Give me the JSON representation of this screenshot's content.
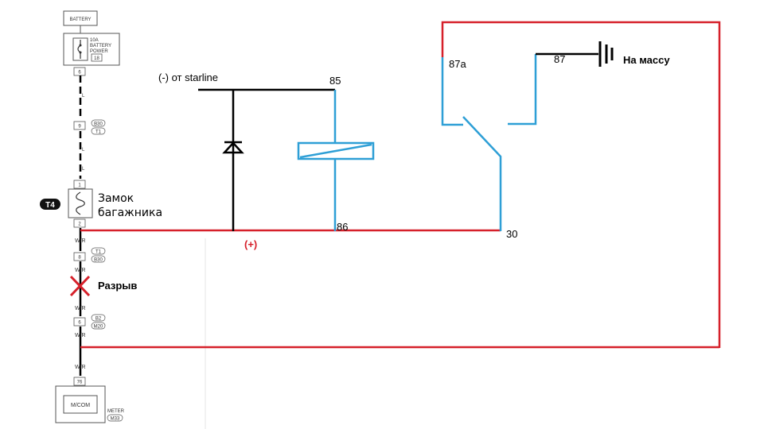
{
  "left_column": {
    "battery_label": "BATTERY",
    "fuse_rating": "10A",
    "fuse_name_line1": "BATTERY",
    "fuse_name_line2": "POWER",
    "fuse_number": "18",
    "connector_6": "6",
    "wire_L": "L",
    "connector_9": "9",
    "tag_b30": "B30",
    "tag_t1": "T1",
    "connector_1": "1",
    "connector_2": "2",
    "badge": "T4",
    "trunk_lock_line1": "Замок",
    "trunk_lock_line2": "багажника",
    "wire_wr": "W/R",
    "connector_8": "8",
    "tag_t1_lower": "T1",
    "tag_b30_lower": "B30",
    "break_label": "Разрыв",
    "connector_6b": "6",
    "tag_b2": "B2",
    "tag_m20": "M20",
    "connector_76": "76",
    "mcom": "M/COM",
    "meter_label": "METER",
    "tag_m33": "M33"
  },
  "relay": {
    "starline_label": "(-) от starline",
    "pin_85": "85",
    "pin_86": "86",
    "pin_30": "30",
    "pin_87a": "87a",
    "pin_87": "87",
    "ground_label": "На массу",
    "plus_label": "(+)"
  },
  "colors": {
    "red": "#d6202a",
    "blue": "#2e9fd6",
    "black": "#000000"
  }
}
